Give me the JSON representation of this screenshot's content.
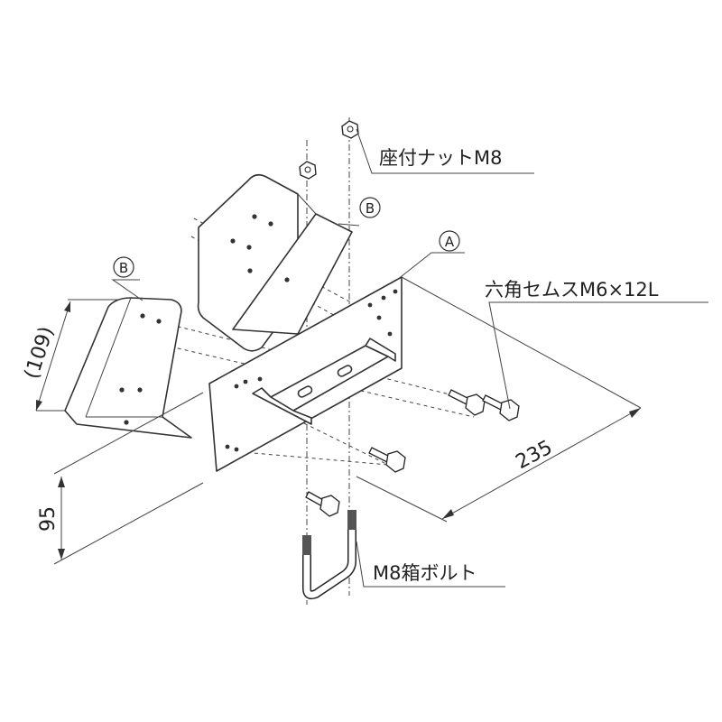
{
  "labels": {
    "nut": "座付ナットM8",
    "screw": "六角セムスM6×12L",
    "ubolt": "M8箱ボルト",
    "marker_a": "A",
    "marker_b_upper": "B",
    "marker_b_left": "B"
  },
  "dimensions": {
    "length": "235",
    "height": "95",
    "depth": "(109)"
  }
}
